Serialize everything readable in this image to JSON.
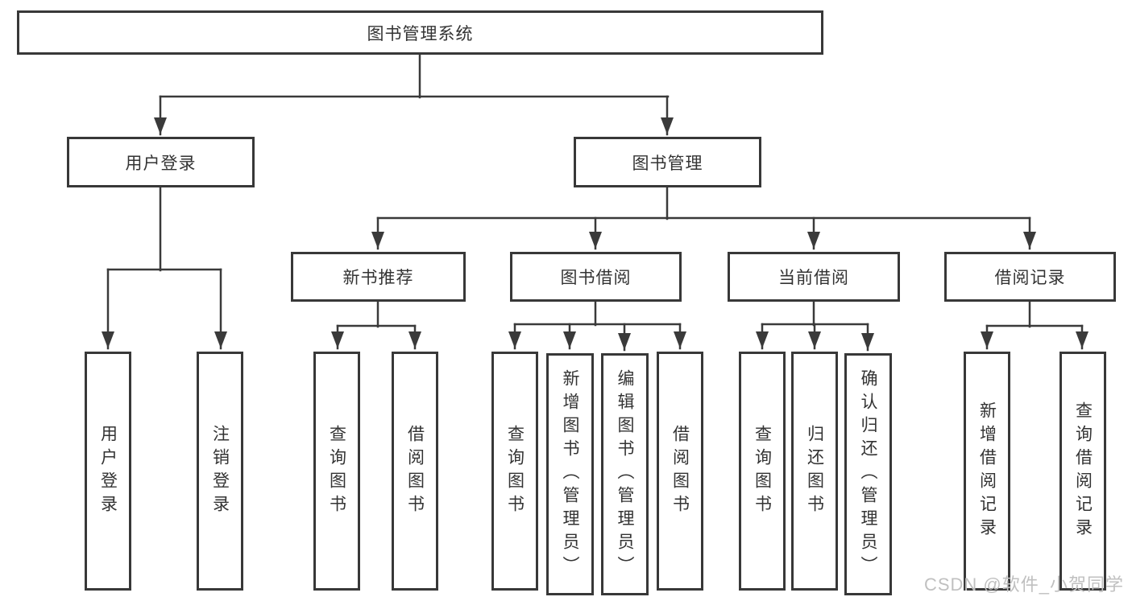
{
  "diagram": {
    "root": {
      "label": "图书管理系统"
    },
    "user_login": {
      "label": "用户登录",
      "children": [
        "用户登录",
        "注销登录"
      ]
    },
    "book_management": {
      "label": "图书管理",
      "sections": [
        {
          "label": "新书推荐",
          "children": [
            "查询图书",
            "借阅图书"
          ]
        },
        {
          "label": "图书借阅",
          "children": [
            "查询图书",
            "新增图书（管理员）",
            "编辑图书（管理员）",
            "借阅图书"
          ]
        },
        {
          "label": "当前借阅",
          "children": [
            "查询图书",
            "归还图书",
            "确认归还（管理员）"
          ]
        },
        {
          "label": "借阅记录",
          "children": [
            "新增借阅记录",
            "查询借阅记录"
          ]
        }
      ]
    }
  },
  "watermark": {
    "text": "CSDN @软件_小贺同学"
  },
  "colors": {
    "line": "#3a3a3a",
    "box_border": "#383838",
    "text": "#333333",
    "background": "#ffffff",
    "watermark": "#c0c0c0"
  }
}
